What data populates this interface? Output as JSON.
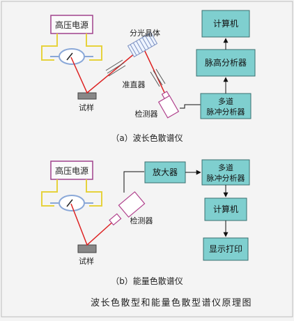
{
  "diagram_a": {
    "hv_source": "高压电源",
    "crystal": "分光晶体",
    "collimator": "准直器",
    "sample": "试样",
    "detector": "检测器",
    "computer": "计算机",
    "pha": "脉高分析器",
    "mca_line1": "多道",
    "mca_line2": "脉冲分析器",
    "caption": "（a）波长色散谱仪"
  },
  "diagram_b": {
    "hv_source": "高压电源",
    "amplifier": "放大器",
    "mca_line1": "多道",
    "mca_line2": "脉冲分析器",
    "detector": "检测器",
    "computer": "计算机",
    "sample": "试样",
    "display_print": "显示打印",
    "caption": "（b）能量色散谱仪"
  },
  "figure_title": "波长色散型和能量色散型谱仪原理图",
  "colors": {
    "box_fill": "#7fcfcf",
    "box_border": "#3a6f6f",
    "beam": "#dd2222",
    "tube_yellow": "#e6d23c",
    "tube_blue": "#8aa8d8",
    "hv_border": "#a0428c",
    "detector_border": "#b0408c",
    "background": "#f4f4f4"
  }
}
